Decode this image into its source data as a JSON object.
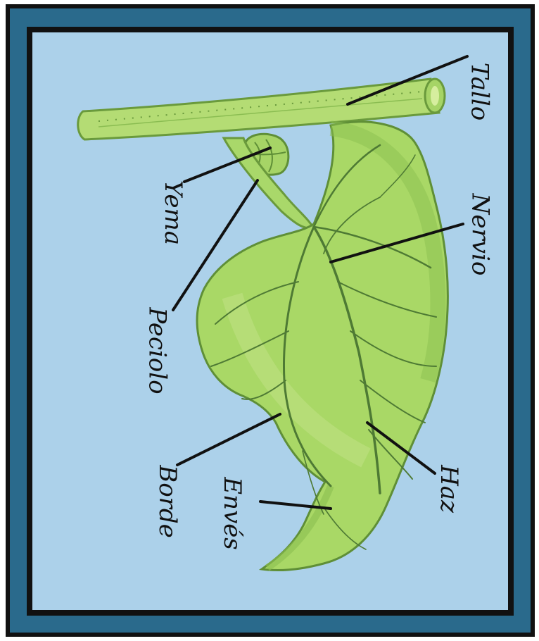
{
  "colors": {
    "outer_border": "#111111",
    "frame": "#2a6a8c",
    "background": "#acd1ea",
    "leaf_light": "#b9df7a",
    "leaf": "#9ccd5c",
    "leaf_dark": "#7fb247",
    "vein": "#4e7a34",
    "line": "#111111"
  },
  "labels": {
    "tallo": "Tallo",
    "yema": "Yema",
    "peciolo": "Peciolo",
    "nervio": "Nervio",
    "borde": "Borde",
    "enves": "Envés",
    "haz": "Haz"
  }
}
